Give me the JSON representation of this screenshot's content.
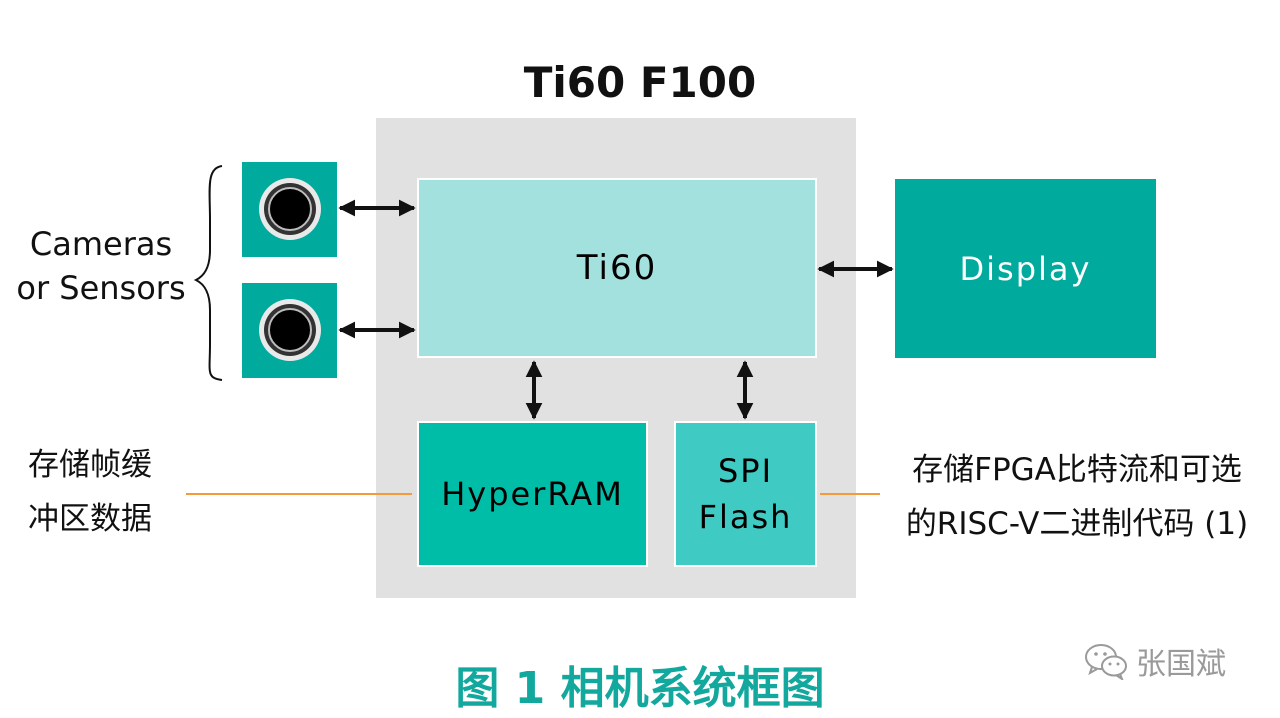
{
  "board": {
    "title": "Ti60 F100"
  },
  "blocks": {
    "ti60": "Ti60",
    "display": "Display",
    "hyperram": "HyperRAM",
    "spi_flash_line1": "SPI",
    "spi_flash_line2": "Flash"
  },
  "cameras": {
    "label_line1": "Cameras",
    "label_line2": "or Sensors"
  },
  "notes": {
    "left_line1": "存储帧缓",
    "left_line2": "冲区数据",
    "right_line1": "存储FPGA比特流和可选",
    "right_line2": "的RISC-V二进制代码 (1)"
  },
  "caption": "图 1 相机系统框图",
  "watermark": {
    "text": "张国斌",
    "icon": "wechat-icon"
  },
  "colors": {
    "board": "#e1e1e1",
    "ti60": "#a3e1df",
    "display": "#00aa9c",
    "hyperram": "#00bda8",
    "spi_flash": "#3fcbc4",
    "camera": "#00aa9c",
    "note_line": "#f39a3c",
    "caption": "#13a89e"
  }
}
